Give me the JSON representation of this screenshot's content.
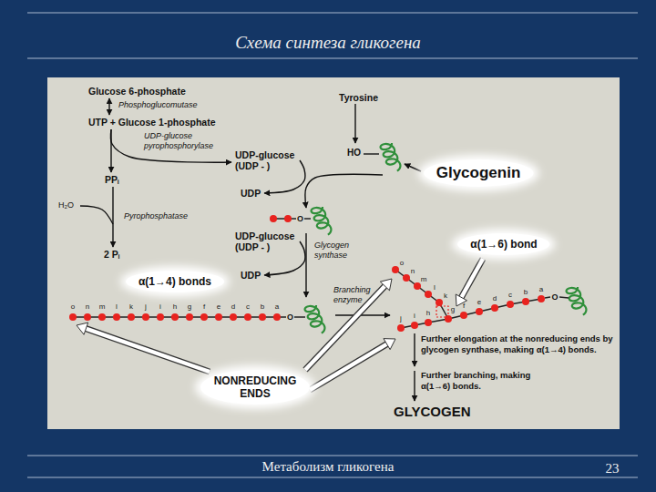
{
  "diagram": {
    "title": "Схема синтеза гликогена",
    "nodes": [
      {
        "text": [
          "Glucose 6-phosphate"
        ]
      },
      {
        "text": [
          "UTP + Glucose 1-phosphate"
        ]
      },
      {
        "text": [
          "PPᵢ"
        ]
      },
      {
        "text": [
          "2 Pᵢ"
        ]
      },
      {
        "text": [
          "UDP-glucose (UDP - )"
        ]
      },
      {
        "text": [
          "Tyrosine"
        ]
      },
      {
        "text": [
          "Glycogenin"
        ]
      },
      {
        "text": [
          "UDP"
        ]
      },
      {
        "text": [
          "UDP-glucose (UDP - )"
        ]
      },
      {
        "text": [
          "UDP"
        ]
      },
      {
        "text": [
          "α(1→4) bonds"
        ]
      },
      {
        "text": [
          "α(1→6) bond"
        ]
      },
      {
        "text": [
          "NONREDUCING ENDS"
        ]
      },
      {
        "text": [
          "GLYCOGEN"
        ]
      }
    ],
    "edges": [
      {
        "from": 0,
        "to": 1,
        "arrow": "both",
        "label": "Phosphoglucomutase"
      },
      {
        "from": 1,
        "to": 4,
        "arrow": "to",
        "label": "UDP-glucose pyrophosphorylase"
      },
      {
        "from": 1,
        "to": 2,
        "arrow": "to"
      },
      {
        "from": 2,
        "to": 3,
        "arrow": "to",
        "label": "Pyrophosphatase"
      },
      {
        "from": 4,
        "to": 7,
        "arrow": "to"
      },
      {
        "from": 8,
        "to": 9,
        "arrow": "to",
        "label": "Glycogen synthase"
      }
    ],
    "labels": [
      "H₂O",
      "HO",
      "Branching enzyme",
      "Further elongation at the nonreducing ends by glycogen synthase, making α(1→4) bonds.",
      "Further branching, making α(1→6) bonds.",
      "Метаболизм гликогена",
      "23",
      "o",
      "n",
      "m",
      "l",
      "k",
      "j",
      "i",
      "h",
      "g",
      "f",
      "e",
      "d",
      "c",
      "b",
      "a",
      "o",
      "n",
      "m",
      "l",
      "k",
      "j",
      "i",
      "h",
      "g",
      "f",
      "e",
      "d",
      "c",
      "b",
      "a",
      "O",
      "O",
      "O"
    ]
  }
}
